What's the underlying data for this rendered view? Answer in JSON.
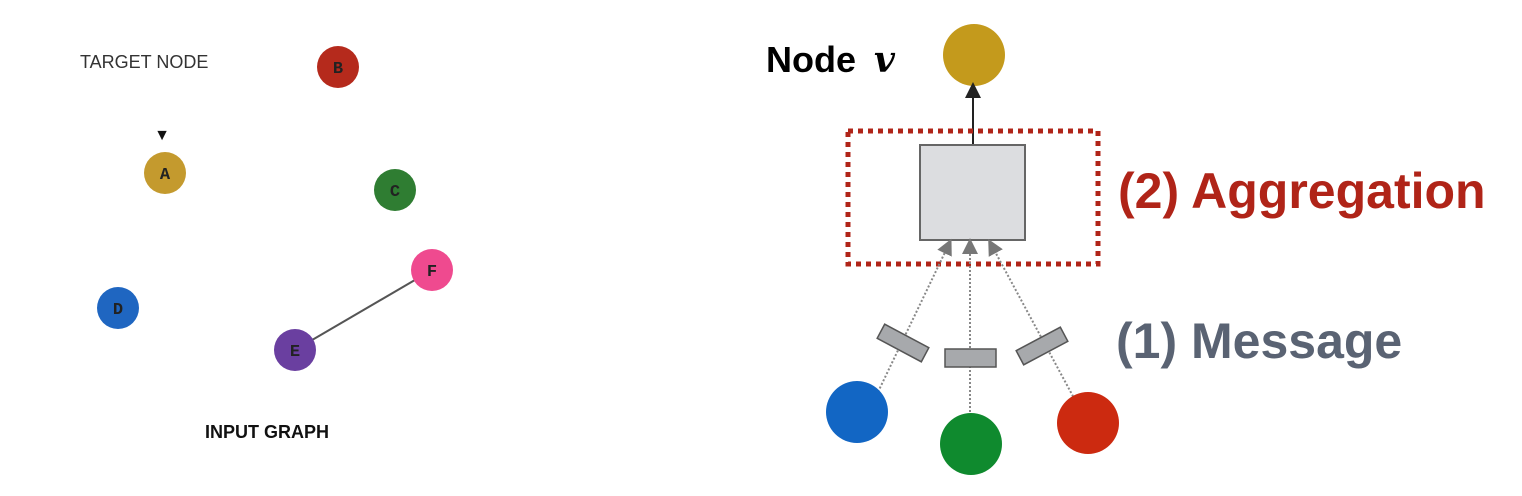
{
  "left_panel": {
    "target_label": "TARGET NODE",
    "caption": "INPUT GRAPH",
    "nodes": [
      {
        "id": "A",
        "color": "#c49a2e"
      },
      {
        "id": "B",
        "color": "#b52a1c"
      },
      {
        "id": "C",
        "color": "#2f7d32"
      },
      {
        "id": "D",
        "color": "#1f66c1"
      },
      {
        "id": "E",
        "color": "#6a3fa0"
      },
      {
        "id": "F",
        "color": "#ef4a8f"
      }
    ],
    "edges": [
      [
        "E",
        "F"
      ]
    ]
  },
  "right_panel": {
    "node_label_prefix": "Node",
    "node_label_var": "v",
    "aggregation_label": "(2) Aggregation",
    "message_label": "(1) Message",
    "colors": {
      "target": "#c49a1c",
      "aggregation_text": "#b02418",
      "message_text": "#5a6373",
      "dotted_box": "#b02418",
      "agg_box_fill": "#dcdde0",
      "msg_box_fill": "#a7a9ac",
      "neighbor_blue": "#1266c4",
      "neighbor_green": "#0f8a2e",
      "neighbor_red": "#cc2a10"
    }
  }
}
